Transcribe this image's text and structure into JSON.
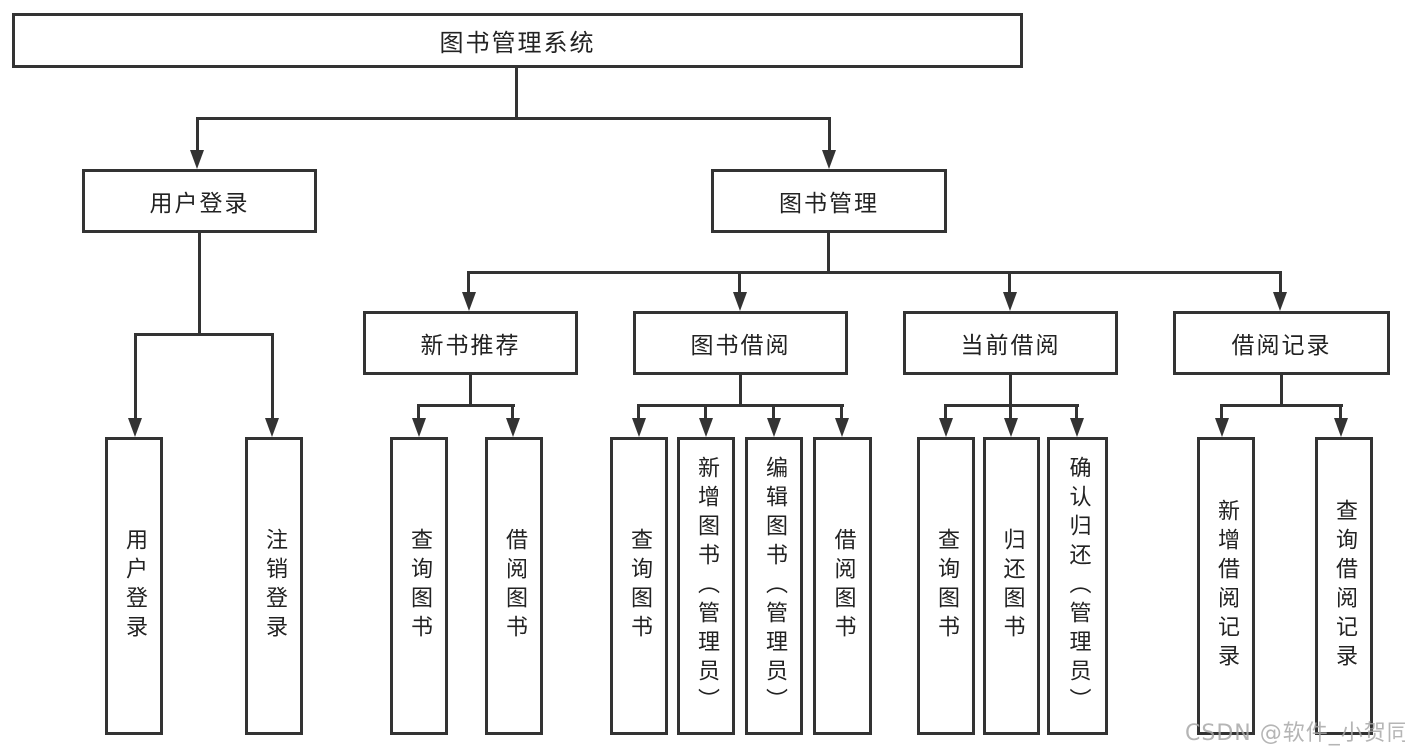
{
  "diagram": {
    "title": "图书管理系统",
    "line_color": "#333333",
    "background": "#ffffff",
    "nodes": {
      "root": "图书管理系统",
      "user_login": "用户登录",
      "book_mgmt": "图书管理",
      "new_books": "新书推荐",
      "book_borrow": "图书借阅",
      "current_borrow": "当前借阅",
      "borrow_records": "借阅记录",
      "leaf_user_login": "用户登录",
      "leaf_logout": "注销登录",
      "leaf_nb_query": "查询图书",
      "leaf_nb_borrow": "借阅图书",
      "leaf_bw_query": "查询图书",
      "leaf_bw_add": "新增图书（管理员）",
      "leaf_bw_edit": "编辑图书（管理员）",
      "leaf_bw_borrow": "借阅图书",
      "leaf_cur_query": "查询图书",
      "leaf_cur_return": "归还图书",
      "leaf_cur_confirm": "确认归还（管理员）",
      "leaf_rec_add": "新增借阅记录",
      "leaf_rec_query": "查询借阅记录"
    },
    "watermark": "CSDN @软件_小贺同学"
  }
}
